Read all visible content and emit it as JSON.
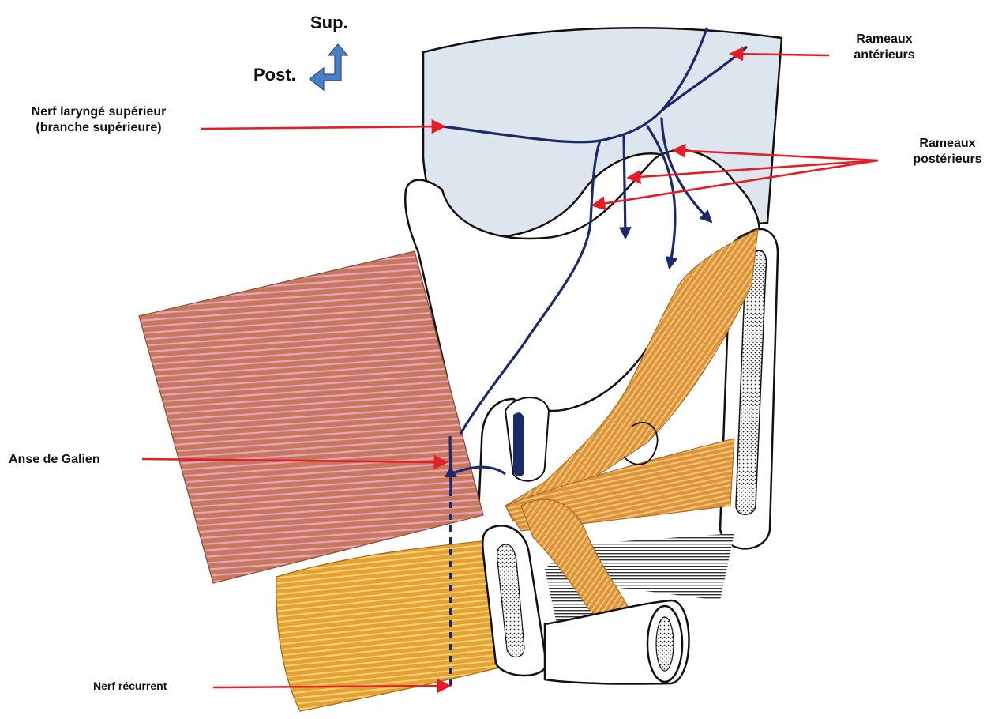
{
  "orientation": {
    "superior": "Sup.",
    "posterior": "Post."
  },
  "labels": {
    "rameaux_anterieurs": [
      "Rameaux",
      "antérieurs"
    ],
    "nerf_larynge_superieur": [
      "Nerf laryngé supérieur",
      "(branche supérieure)"
    ],
    "rameaux_posterieurs": [
      "Rameaux",
      "postérieurs"
    ],
    "anse_de_galien": "Anse de Galien",
    "nerf_recurrent": "Nerf récurrent"
  },
  "colors": {
    "label_arrow": "#e41e26",
    "nerve": "#1b2a6b",
    "mucosa": "#dde6ee",
    "muscle_striated": "#c97b5a",
    "muscle_stripe": "#e39ab5",
    "muscle_yellow": "#e6a83a",
    "cartilage_outline": "#111111",
    "orientation_icon": "#4a7fc8"
  }
}
